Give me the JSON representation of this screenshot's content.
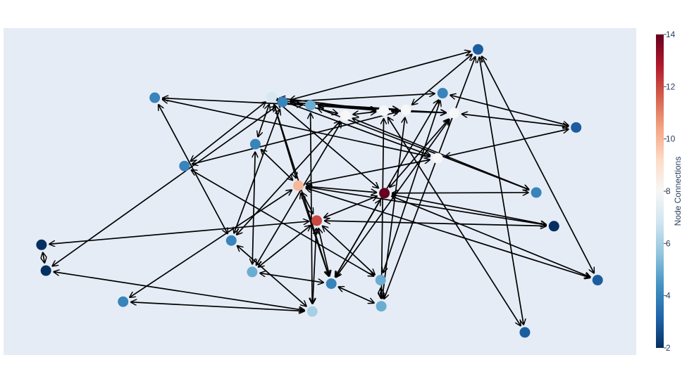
{
  "chart_data": {
    "type": "network",
    "plot_background": "#e5ecf6",
    "edge_color": "#000000",
    "colorscale": "RdBu (reversed)",
    "colorscale_stops": [
      "#053061",
      "#2166ac",
      "#4393c3",
      "#92c5de",
      "#d1e5f0",
      "#f7f7f7",
      "#fddbc7",
      "#f4a582",
      "#d6604d",
      "#b2182b",
      "#67001f"
    ],
    "colorbar": {
      "title": "Node Connections",
      "range": [
        2,
        14
      ],
      "ticks": [
        "2",
        "4",
        "6",
        "8",
        "10",
        "12",
        "14"
      ]
    },
    "nodes": [
      {
        "id": 0,
        "x": 0.441,
        "y": 0.774,
        "connections": 4
      },
      {
        "id": 1,
        "x": 0.75,
        "y": 0.935,
        "connections": 3
      },
      {
        "id": 2,
        "x": 0.239,
        "y": 0.787,
        "connections": 4
      },
      {
        "id": 3,
        "x": 0.424,
        "y": 0.789,
        "connections": 7
      },
      {
        "id": 4,
        "x": 0.485,
        "y": 0.764,
        "connections": 5
      },
      {
        "id": 5,
        "x": 0.694,
        "y": 0.801,
        "connections": 4
      },
      {
        "id": 6,
        "x": 0.905,
        "y": 0.696,
        "connections": 3
      },
      {
        "id": 7,
        "x": 0.398,
        "y": 0.645,
        "connections": 4
      },
      {
        "id": 8,
        "x": 0.54,
        "y": 0.733,
        "connections": 8
      },
      {
        "id": 9,
        "x": 0.636,
        "y": 0.75,
        "connections": 8
      },
      {
        "id": 10,
        "x": 0.286,
        "y": 0.578,
        "connections": 4
      },
      {
        "id": 11,
        "x": 0.601,
        "y": 0.747,
        "connections": 8
      },
      {
        "id": 12,
        "x": 0.712,
        "y": 0.74,
        "connections": 8
      },
      {
        "id": 13,
        "x": 0.686,
        "y": 0.602,
        "connections": 8
      },
      {
        "id": 14,
        "x": 0.466,
        "y": 0.518,
        "connections": 10
      },
      {
        "id": 15,
        "x": 0.602,
        "y": 0.495,
        "connections": 14
      },
      {
        "id": 16,
        "x": 0.842,
        "y": 0.497,
        "connections": 4
      },
      {
        "id": 17,
        "x": 0.495,
        "y": 0.411,
        "connections": 12
      },
      {
        "id": 18,
        "x": 0.87,
        "y": 0.394,
        "connections": 2
      },
      {
        "id": 19,
        "x": 0.06,
        "y": 0.337,
        "connections": 2
      },
      {
        "id": 20,
        "x": 0.36,
        "y": 0.35,
        "connections": 4
      },
      {
        "id": 21,
        "x": 0.067,
        "y": 0.258,
        "connections": 2
      },
      {
        "id": 22,
        "x": 0.393,
        "y": 0.254,
        "connections": 5
      },
      {
        "id": 23,
        "x": 0.596,
        "y": 0.229,
        "connections": 5
      },
      {
        "id": 24,
        "x": 0.597,
        "y": 0.149,
        "connections": 5
      },
      {
        "id": 25,
        "x": 0.189,
        "y": 0.163,
        "connections": 4
      },
      {
        "id": 26,
        "x": 0.518,
        "y": 0.218,
        "connections": 4
      },
      {
        "id": 27,
        "x": 0.939,
        "y": 0.229,
        "connections": 3
      },
      {
        "id": 28,
        "x": 0.488,
        "y": 0.133,
        "connections": 6
      },
      {
        "id": 29,
        "x": 0.824,
        "y": 0.069,
        "connections": 3
      }
    ],
    "edges": [
      [
        3,
        0
      ],
      [
        0,
        5
      ],
      [
        0,
        1
      ],
      [
        0,
        20
      ],
      [
        0,
        21
      ],
      [
        1,
        24
      ],
      [
        1,
        27
      ],
      [
        1,
        29
      ],
      [
        2,
        20
      ],
      [
        2,
        4
      ],
      [
        3,
        14
      ],
      [
        3,
        11
      ],
      [
        3,
        26
      ],
      [
        4,
        11
      ],
      [
        4,
        12
      ],
      [
        5,
        23
      ],
      [
        6,
        12
      ],
      [
        6,
        5
      ],
      [
        7,
        14
      ],
      [
        7,
        3
      ],
      [
        7,
        22
      ],
      [
        8,
        3
      ],
      [
        8,
        11
      ],
      [
        9,
        10
      ],
      [
        9,
        1
      ],
      [
        10,
        3
      ],
      [
        11,
        12
      ],
      [
        12,
        15
      ],
      [
        13,
        14
      ],
      [
        13,
        3
      ],
      [
        14,
        15
      ],
      [
        14,
        25
      ],
      [
        15,
        17
      ],
      [
        15,
        3
      ],
      [
        16,
        15
      ],
      [
        16,
        8
      ],
      [
        17,
        19
      ],
      [
        17,
        26
      ],
      [
        17,
        23
      ],
      [
        18,
        15
      ],
      [
        18,
        17
      ],
      [
        19,
        21
      ],
      [
        20,
        28
      ],
      [
        20,
        8
      ],
      [
        21,
        28
      ],
      [
        22,
        26
      ],
      [
        22,
        17
      ],
      [
        23,
        24
      ],
      [
        24,
        9
      ],
      [
        25,
        28
      ],
      [
        26,
        24
      ],
      [
        26,
        14
      ],
      [
        27,
        14
      ],
      [
        27,
        15
      ],
      [
        28,
        17
      ],
      [
        28,
        4
      ],
      [
        29,
        11
      ],
      [
        0,
        9
      ],
      [
        2,
        13
      ],
      [
        4,
        9
      ],
      [
        5,
        26
      ],
      [
        6,
        13
      ],
      [
        8,
        22
      ],
      [
        10,
        23
      ],
      [
        11,
        24
      ],
      [
        12,
        26
      ],
      [
        14,
        17
      ],
      [
        15,
        26
      ],
      [
        16,
        4
      ],
      [
        18,
        14
      ]
    ]
  }
}
